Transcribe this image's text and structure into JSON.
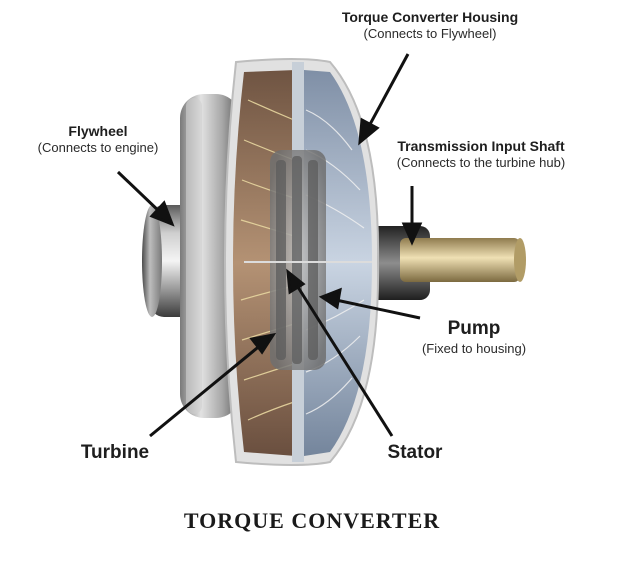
{
  "title": "TORQUE CONVERTER",
  "labels": {
    "housing": {
      "main": "Torque Converter Housing",
      "sub": "(Connects to Flywheel)"
    },
    "flywheel": {
      "main": "Flywheel",
      "sub": "(Connects to engine)"
    },
    "shaft": {
      "main": "Transmission Input Shaft",
      "sub": "(Connects to the turbine hub)"
    },
    "pump": {
      "main": "Pump",
      "sub": "(Fixed to housing)"
    },
    "turbine": {
      "main": "Turbine"
    },
    "stator": {
      "main": "Stator"
    }
  },
  "colors": {
    "arrow": "#111111",
    "metal_dark": "#3a3a3a",
    "metal_light": "#d8d8d8",
    "interior_bronze": "#8c6b52",
    "interior_blue": "#aab9cc",
    "vane_line": "#e8d7a0",
    "shaft_brass": "#c9b27a"
  }
}
